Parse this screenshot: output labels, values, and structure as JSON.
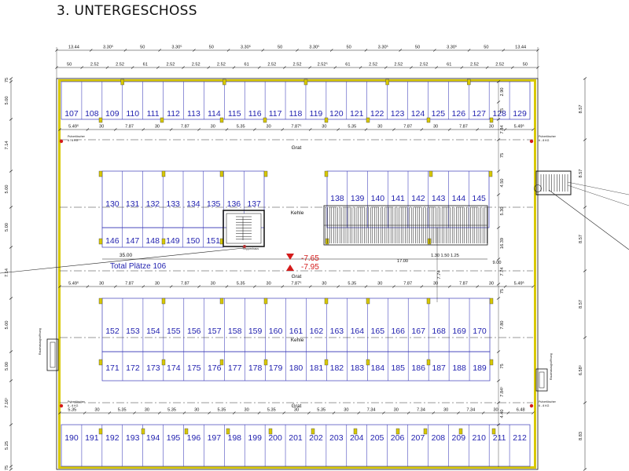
{
  "title": "3. UNTERGESCHOSS",
  "total_label": "Total Plätze 106",
  "levels": [
    "-7.65",
    "-7.95"
  ],
  "labels": {
    "grat": "Grat",
    "kehle": "Kehle",
    "pulverloescher": "Pulverlöscher",
    "pulver_sub": "6 - 8 KG",
    "rauchabzug": "Rauchabzugsöffnung",
    "treppenhaus": "Treppenhaus"
  },
  "colors": {
    "plan_blue": "#3a3ab8",
    "wall_yellow": "#d8c800",
    "level_red": "#d41b1b"
  },
  "spaces": {
    "row1": [
      "107",
      "108",
      "109",
      "110",
      "111",
      "112",
      "113",
      "114",
      "115",
      "116",
      "117",
      "118",
      "119",
      "120",
      "121",
      "122",
      "123",
      "124",
      "125",
      "126",
      "127",
      "128",
      "129"
    ],
    "row2": [
      "130",
      "131",
      "132",
      "133",
      "134",
      "135",
      "136",
      "137"
    ],
    "row2b": [
      "138",
      "139",
      "140",
      "141",
      "142",
      "143",
      "144",
      "145"
    ],
    "row3": [
      "146",
      "147",
      "148",
      "149",
      "150",
      "151"
    ],
    "row4": [
      "152",
      "153",
      "154",
      "155",
      "156",
      "157",
      "158",
      "159",
      "160",
      "161",
      "162",
      "163",
      "164",
      "165",
      "166",
      "167",
      "168",
      "169",
      "170"
    ],
    "row5": [
      "171",
      "172",
      "173",
      "174",
      "175",
      "176",
      "177",
      "178",
      "179",
      "180",
      "181",
      "182",
      "183",
      "184",
      "185",
      "186",
      "187",
      "188",
      "189"
    ],
    "row6": [
      "190",
      "191",
      "192",
      "193",
      "194",
      "195",
      "196",
      "197",
      "198",
      "199",
      "200",
      "201",
      "202",
      "203",
      "204",
      "205",
      "206",
      "207",
      "208",
      "209",
      "210",
      "211",
      "212"
    ]
  },
  "dims": {
    "top1": [
      "13.44",
      "3.30⁵",
      "50",
      "3.30⁵",
      "50",
      "3.30⁵",
      "50",
      "3.30⁵",
      "50",
      "3.30⁵",
      "50",
      "3.30⁵",
      "50",
      "13.44"
    ],
    "top2": [
      "50",
      "2.52",
      "2.52",
      "61",
      "2.52",
      "2.52",
      "2.52",
      "61",
      "2.52",
      "2.52",
      "2.52⁵",
      "61",
      "2.52",
      "2.52",
      "2.52",
      "61",
      "2.52",
      "2.52",
      "50"
    ],
    "row_a": [
      "5.49⁵",
      "30",
      "7.87",
      "30",
      "7.87",
      "30",
      "5.35",
      "30",
      "7.87⁵",
      "30",
      "5.35",
      "30",
      "7.87",
      "30",
      "7.87",
      "30",
      "5.49⁵"
    ],
    "mid": [
      "35.00",
      "17.00",
      "1.30",
      "1.50",
      "1.25",
      "9.00"
    ],
    "bot": [
      "5.35",
      "30",
      "5.35",
      "30",
      "5.35",
      "30",
      "5.35",
      "30",
      "5.35",
      "30",
      "5.35",
      "30",
      "7.34",
      "30",
      "7.34",
      "30",
      "7.34",
      "30",
      "6.48"
    ],
    "left": [
      "75",
      "5.00",
      "7.14",
      "5.00",
      "5.00",
      "7.14",
      "5.00",
      "5.00",
      "7.16⁵",
      "5.25",
      "75"
    ],
    "right": [
      "8.57",
      "8.57",
      "8.57",
      "8.57",
      "6.58⁵",
      "8.83"
    ],
    "inner_right": [
      "2.90",
      "75",
      "7.84",
      "75",
      "4.50",
      "5.30",
      "16.39",
      "7.74",
      "75",
      "7.80",
      "75",
      "7.84⁵",
      "4.40"
    ]
  }
}
